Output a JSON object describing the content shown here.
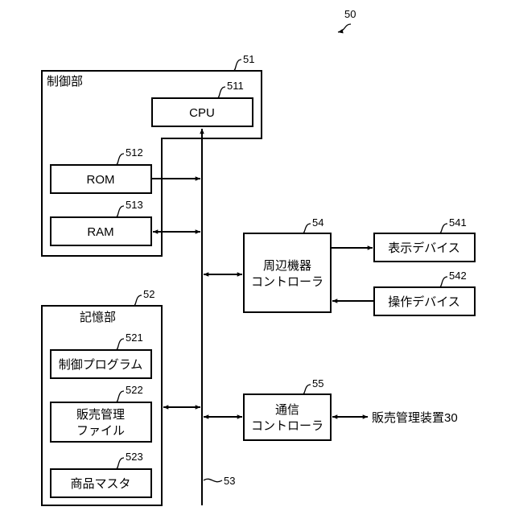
{
  "figure_ref": "50",
  "control_unit": {
    "label": "制御部",
    "ref": "51",
    "cpu": {
      "label": "CPU",
      "ref": "511"
    },
    "rom": {
      "label": "ROM",
      "ref": "512"
    },
    "ram": {
      "label": "RAM",
      "ref": "513"
    }
  },
  "storage_unit": {
    "label": "記憶部",
    "ref": "52",
    "control_program": {
      "label": "制御プログラム",
      "ref": "521"
    },
    "sales_file": {
      "line1": "販売管理",
      "line2": "ファイル",
      "ref": "522"
    },
    "product_master": {
      "label": "商品マスタ",
      "ref": "523"
    }
  },
  "bus": {
    "ref": "53"
  },
  "peripheral_controller": {
    "line1": "周辺機器",
    "line2": "コントローラ",
    "ref": "54",
    "display_device": {
      "label": "表示デバイス",
      "ref": "541"
    },
    "operation_device": {
      "label": "操作デバイス",
      "ref": "542"
    }
  },
  "comm_controller": {
    "line1": "通信",
    "line2": "コントローラ",
    "ref": "55",
    "external": {
      "label": "販売管理装置30"
    }
  }
}
